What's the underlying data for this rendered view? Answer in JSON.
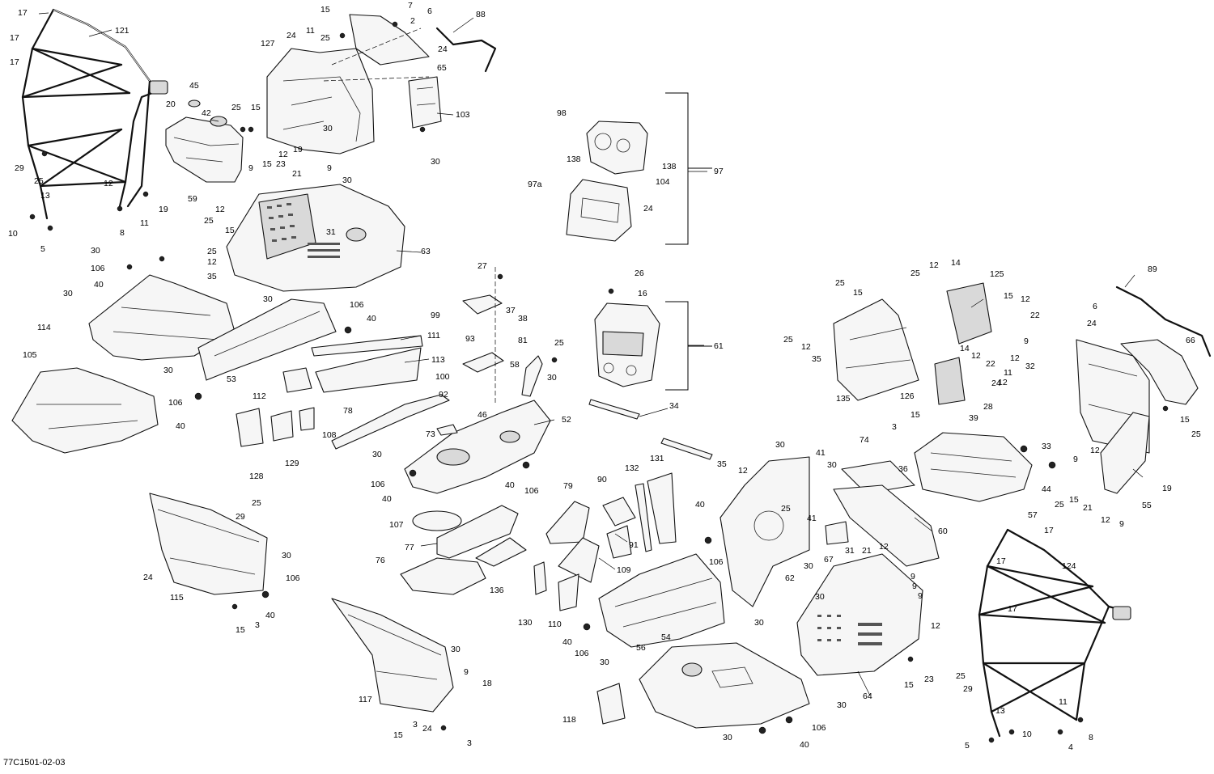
{
  "reference_code": "77C1501-02-03",
  "callouts": {
    "c17a": "17",
    "c121": "121",
    "c17b": "17",
    "c17c": "17",
    "c29a": "29",
    "c25a": "25",
    "c13a": "13",
    "c10a": "10",
    "c5a": "5",
    "c12a": "12",
    "c8a": "8",
    "c11a": "11",
    "c19a": "19",
    "c45": "45",
    "c20": "20",
    "c42": "42",
    "c25b": "25",
    "c15a": "15",
    "c59": "59",
    "c15b": "15",
    "c25c": "25",
    "c127": "127",
    "c24a": "24",
    "c11b": "11",
    "c7": "7",
    "c2": "2",
    "c6a": "6",
    "c24b": "24",
    "c65": "65",
    "c88": "88",
    "c103": "103",
    "c30a": "30",
    "c30b": "30",
    "c12b": "12",
    "c19b": "19",
    "c9a": "9",
    "c15c": "15",
    "c23a": "23",
    "c21a": "21",
    "c9b": "9",
    "c30c": "30",
    "c12c": "12",
    "c25d": "25",
    "c15d": "15",
    "c31a": "31",
    "c63": "63",
    "c25e": "25",
    "c12d": "12",
    "c35a": "35",
    "c98": "98",
    "c138a": "138",
    "c138b": "138",
    "c97": "97",
    "c97a": "97a",
    "c104": "104",
    "c24c": "24",
    "c30d": "30",
    "c106a": "106",
    "c40a": "40",
    "c30e": "30",
    "c114": "114",
    "c105": "105",
    "c30f": "30",
    "c106b": "106",
    "c40b": "40",
    "c53": "53",
    "c106c": "106",
    "c40c": "40",
    "c30g": "30",
    "c27": "27",
    "c99": "99",
    "c37": "37",
    "c38": "38",
    "c93": "93",
    "c111": "111",
    "c113": "113",
    "c81": "81",
    "c25f": "25",
    "c100": "100",
    "c58": "58",
    "c30h": "30",
    "c112": "112",
    "c92": "92",
    "c46": "46",
    "c78": "78",
    "c108": "108",
    "c129": "129",
    "c128": "128",
    "c73": "73",
    "c52": "52",
    "c30i": "30",
    "c106d": "106",
    "c40d": "40",
    "c40e": "40",
    "c106e": "106",
    "c26": "26",
    "c16": "16",
    "c61": "61",
    "c34": "34",
    "c107": "107",
    "c77": "77",
    "c76": "76",
    "c136": "136",
    "c79": "79",
    "c90": "90",
    "c132": "132",
    "c131": "131",
    "c109": "109",
    "c91": "91",
    "c130": "130",
    "c110": "110",
    "c29b": "29",
    "c25g": "25",
    "c30j": "30",
    "c24d": "24",
    "c115": "115",
    "c106f": "106",
    "c40f": "40",
    "c15e": "15",
    "c3a": "3",
    "c30k": "30",
    "c9c": "9",
    "c18": "18",
    "c117": "117",
    "c15f": "15",
    "c3b": "3",
    "c24e": "24",
    "c3c": "3",
    "c40g": "40",
    "c106g": "106",
    "c30l": "30",
    "c54": "54",
    "c56": "56",
    "c118": "118",
    "c30m": "30",
    "c30n": "30",
    "c106h": "106",
    "c40h": "40",
    "c35b": "35",
    "c12e": "12",
    "c40i": "40",
    "c106i": "106",
    "c25h": "25",
    "c30o": "30",
    "c41a": "41",
    "c30p": "30",
    "c41b": "41",
    "c30q": "30",
    "c62": "62",
    "c30r": "30",
    "c74": "74",
    "c67": "67",
    "c60": "60",
    "c31b": "31",
    "c21b": "21",
    "c12f": "12",
    "c9d": "9",
    "c9e": "9",
    "c30s": "30",
    "c9f": "9",
    "c12g": "12",
    "c15g": "15",
    "c23b": "23",
    "c64": "64",
    "c25i": "25",
    "c15h": "15",
    "c125": "125",
    "c12h": "12",
    "c14a": "14",
    "c25j": "25",
    "c12i": "12",
    "c35c": "35",
    "c135": "135",
    "c15i": "15",
    "c12j": "12",
    "c22a": "22",
    "c9g": "9",
    "c12k": "12",
    "c14b": "14",
    "c12l": "12",
    "c22b": "22",
    "c24f": "24",
    "c126": "126",
    "c28": "28",
    "c11c": "11",
    "c12m": "12",
    "c89": "89",
    "c6b": "6",
    "c24g": "24",
    "c66": "66",
    "c32": "32",
    "c15j": "15",
    "c25k": "25",
    "c15k": "15",
    "c3d": "3",
    "c39": "39",
    "c36": "36",
    "c57": "57",
    "c44": "44",
    "c33": "33",
    "c12n": "12",
    "c9h": "9",
    "c21c": "21",
    "c15l": "15",
    "c25l": "25",
    "c55": "55",
    "c19c": "19",
    "c12o": "12",
    "c9i": "9",
    "c17d": "17",
    "c124": "124",
    "c17e": "17",
    "c17f": "17",
    "c25m": "25",
    "c29c": "29",
    "c11d": "11",
    "c13b": "13",
    "c5b": "5",
    "c10b": "10",
    "c4": "4",
    "c8b": "8"
  }
}
